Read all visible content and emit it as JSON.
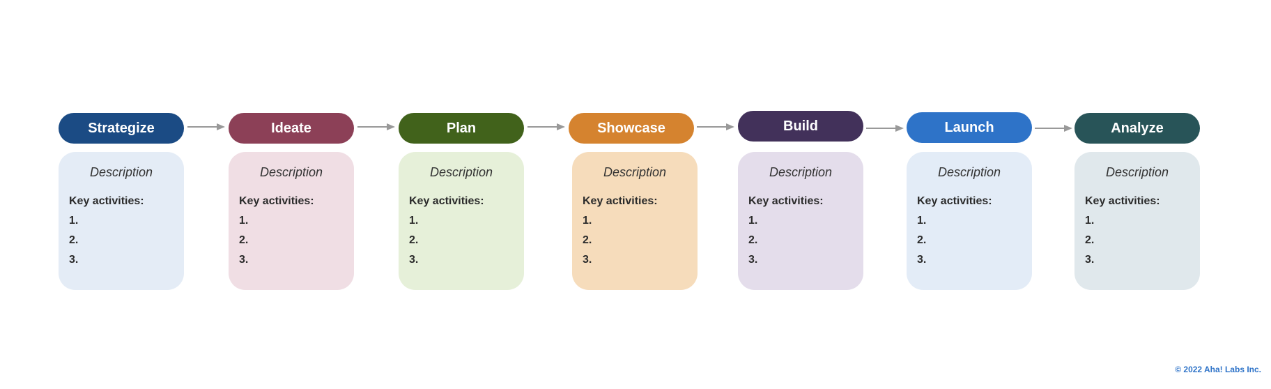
{
  "stages": [
    {
      "name": "Strategize",
      "description": "Description",
      "key_label": "Key activities:",
      "items": [
        "1.",
        "2.",
        "3."
      ],
      "header_color": "#1b4b84",
      "card_color": "#e4ecf6"
    },
    {
      "name": "Ideate",
      "description": "Description",
      "key_label": "Key activities:",
      "items": [
        "1.",
        "2.",
        "3."
      ],
      "header_color": "#8c4057",
      "card_color": "#f0dee4"
    },
    {
      "name": "Plan",
      "description": "Description",
      "key_label": "Key activities:",
      "items": [
        "1.",
        "2.",
        "3."
      ],
      "header_color": "#41621b",
      "card_color": "#e6f0d9"
    },
    {
      "name": "Showcase",
      "description": "Description",
      "key_label": "Key activities:",
      "items": [
        "1.",
        "2.",
        "3."
      ],
      "header_color": "#d5832f",
      "card_color": "#f6dcbb"
    },
    {
      "name": "Build",
      "description": "Description",
      "key_label": "Key activities:",
      "items": [
        "1.",
        "2.",
        "3."
      ],
      "header_color": "#42315a",
      "card_color": "#e4ddeb"
    },
    {
      "name": "Launch",
      "description": "Description",
      "key_label": "Key activities:",
      "items": [
        "1.",
        "2.",
        "3."
      ],
      "header_color": "#2e73c8",
      "card_color": "#e3ecf7"
    },
    {
      "name": "Analyze",
      "description": "Description",
      "key_label": "Key activities:",
      "items": [
        "1.",
        "2.",
        "3."
      ],
      "header_color": "#285458",
      "card_color": "#e0e8ec"
    }
  ],
  "arrow_color": "#999999",
  "footer": {
    "copyright": "© 2022 Aha! Labs Inc."
  }
}
